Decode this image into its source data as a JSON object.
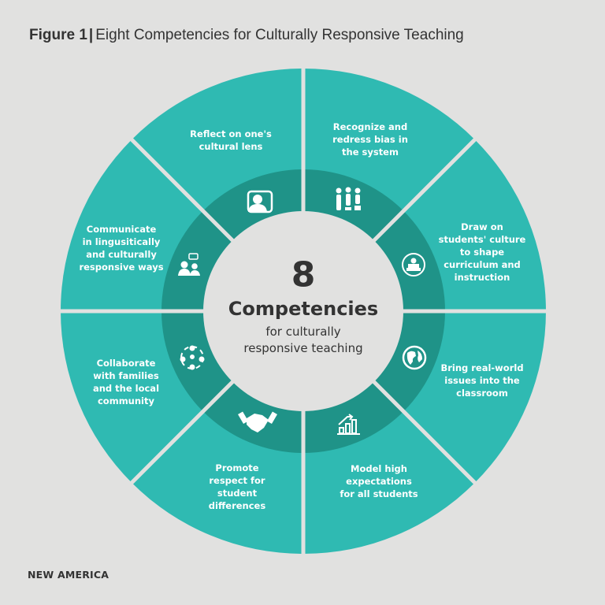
{
  "header": {
    "figure_label": "Figure 1",
    "separator": "|",
    "title": "Eight Competencies for Culturally Responsive Teaching"
  },
  "center": {
    "number": "8",
    "title": "Competencies",
    "subtitle": "for culturally\nresponsive teaching"
  },
  "colors": {
    "background": "#e1e1e0",
    "outer_segment": "#2fbab2",
    "inner_ring": "#1f9388",
    "center_circle": "#e1e1e0",
    "divider": "#e1e1e0",
    "label_text": "#ffffff",
    "dark_text": "#333333"
  },
  "competencies": [
    {
      "label": "Reflect on one's\ncultural lens",
      "icon": "person-portrait-icon"
    },
    {
      "label": "Recognize and\nredress bias in\nthe system",
      "icon": "people-standing-icon"
    },
    {
      "label": "Draw on\nstudents' culture\nto shape\ncurriculum and\ninstruction",
      "icon": "teacher-desk-icon"
    },
    {
      "label": "Bring real-world\nissues into the\nclassroom",
      "icon": "globe-icon"
    },
    {
      "label": "Model high\nexpectations\nfor all students",
      "icon": "growth-chart-icon"
    },
    {
      "label": "Promote\nrespect for\nstudent\ndifferences",
      "icon": "handshake-icon"
    },
    {
      "label": "Collaborate\nwith families\nand the local\ncommunity",
      "icon": "community-network-icon"
    },
    {
      "label": "Communicate\nin lingusitically\nand culturally\nresponsive ways",
      "icon": "people-talking-icon"
    }
  ],
  "footer": {
    "brand": "NEW AMERICA"
  }
}
